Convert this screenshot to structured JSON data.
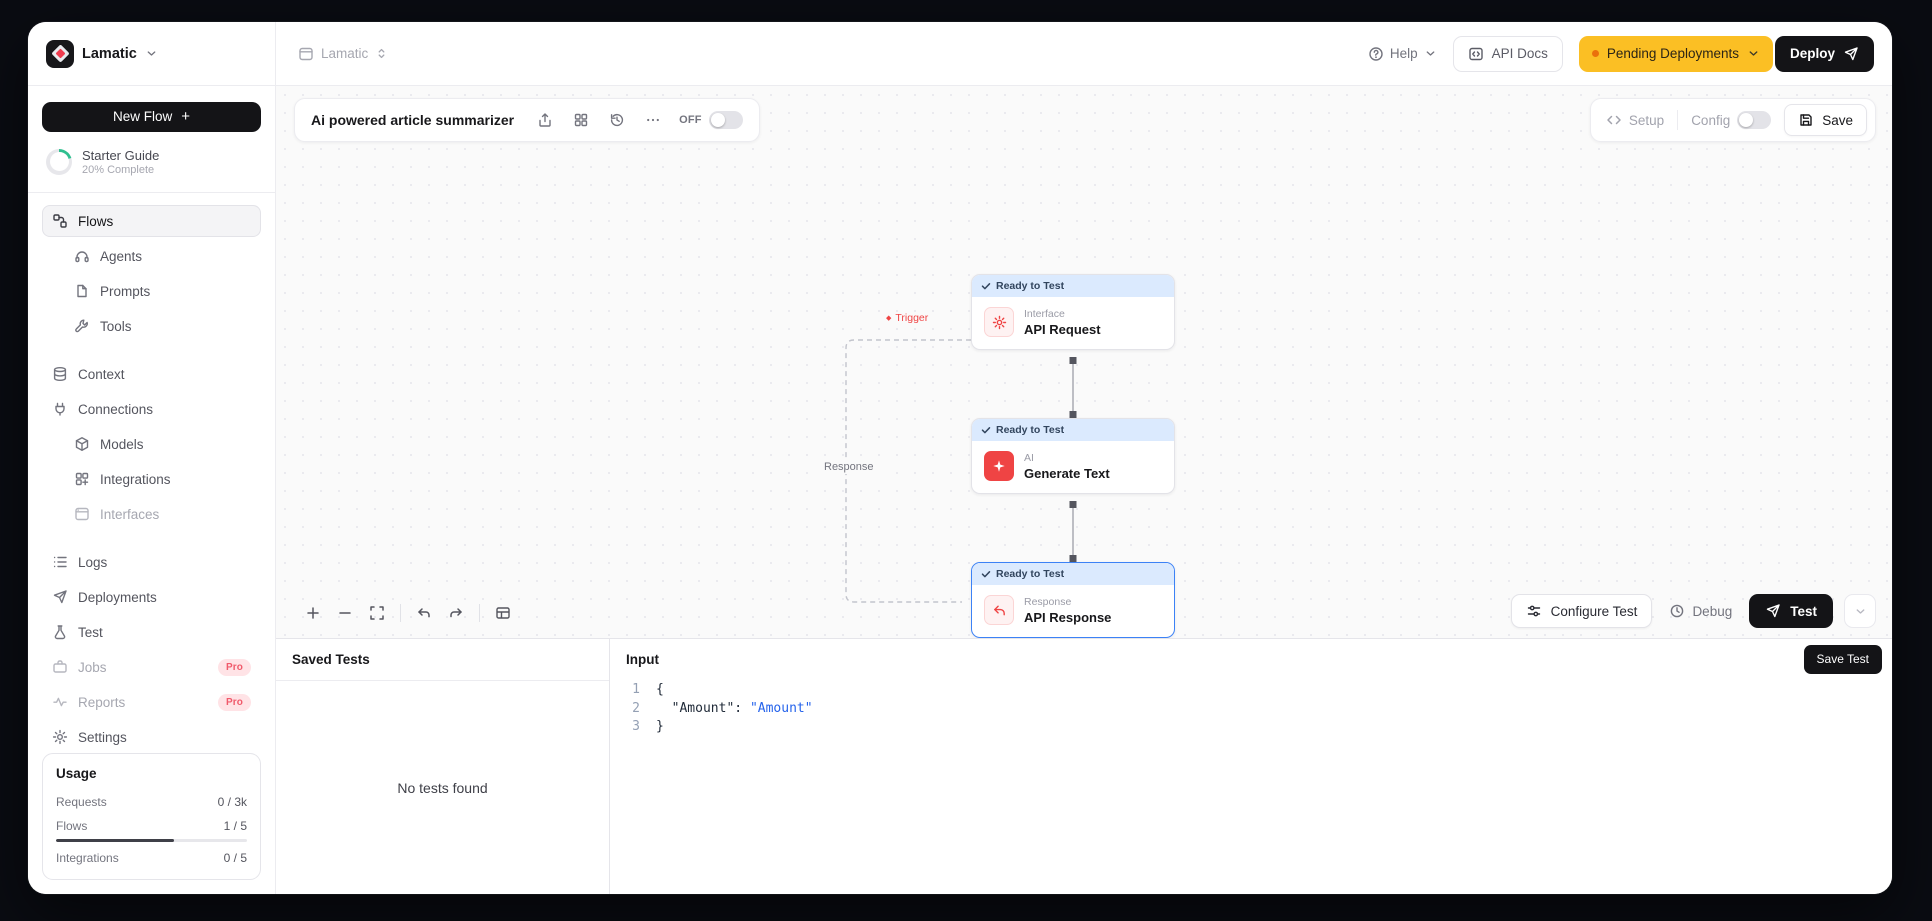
{
  "topbar": {
    "brand": "Lamatic",
    "breadcrumb": "Lamatic",
    "help": "Help",
    "api_docs": "API Docs",
    "pending_deployments": "Pending Deployments",
    "deploy": "Deploy"
  },
  "sidebar": {
    "new_flow": "New Flow",
    "new_flow_plus": "+",
    "starter_guide_title": "Starter Guide",
    "starter_guide_subtitle": "20% Complete",
    "items": [
      {
        "label": "Flows",
        "icon": "flows-icon"
      },
      {
        "label": "Agents",
        "icon": "agents-icon"
      },
      {
        "label": "Prompts",
        "icon": "prompts-icon"
      },
      {
        "label": "Tools",
        "icon": "tools-icon"
      },
      {
        "label": "Context",
        "icon": "context-icon"
      },
      {
        "label": "Connections",
        "icon": "connections-icon"
      },
      {
        "label": "Models",
        "icon": "models-icon"
      },
      {
        "label": "Integrations",
        "icon": "integrations-icon"
      },
      {
        "label": "Interfaces",
        "icon": "interfaces-icon"
      },
      {
        "label": "Logs",
        "icon": "logs-icon"
      },
      {
        "label": "Deployments",
        "icon": "deployments-icon"
      },
      {
        "label": "Test",
        "icon": "test-icon"
      },
      {
        "label": "Jobs",
        "icon": "jobs-icon",
        "badge": "Pro"
      },
      {
        "label": "Reports",
        "icon": "reports-icon",
        "badge": "Pro"
      },
      {
        "label": "Settings",
        "icon": "settings-icon"
      }
    ],
    "usage": {
      "title": "Usage",
      "rows": [
        {
          "label": "Requests",
          "value": "0 / 3k"
        },
        {
          "label": "Flows",
          "value": "1 / 5"
        },
        {
          "label": "Integrations",
          "value": "0 / 5"
        }
      ]
    }
  },
  "flow_toolbar": {
    "title": "Ai powered article summarizer",
    "off_label": "OFF"
  },
  "view_toolbar": {
    "setup": "Setup",
    "config": "Config",
    "save": "Save"
  },
  "canvas": {
    "trigger_diamond": "◆",
    "trigger_label": "Trigger",
    "response_label": "Response",
    "nodes": [
      {
        "status": "Ready to Test",
        "category": "Interface",
        "name": "API Request"
      },
      {
        "status": "Ready to Test",
        "category": "AI",
        "name": "Generate Text"
      },
      {
        "status": "Ready to Test",
        "category": "Response",
        "name": "API Response"
      }
    ]
  },
  "test_bar": {
    "configure_test": "Configure Test",
    "debug": "Debug",
    "test": "Test"
  },
  "bottom_panel": {
    "saved_tests_title": "Saved Tests",
    "empty_text": "No tests found",
    "input_title": "Input",
    "save_test": "Save Test",
    "code": {
      "line1_num": "1",
      "line1_text": "{",
      "line2_num": "2",
      "line2_indent": "  ",
      "line2_key": "\"Amount\"",
      "line2_sep": ": ",
      "line2_value": "\"Amount\"",
      "line3_num": "3",
      "line3_text": "}"
    }
  },
  "colors": {
    "pending_bg": "#fbbf24",
    "node_accent": "#ef4444",
    "badge_bg": "#dbeafe",
    "selected_node_border": "#3c82f6"
  }
}
